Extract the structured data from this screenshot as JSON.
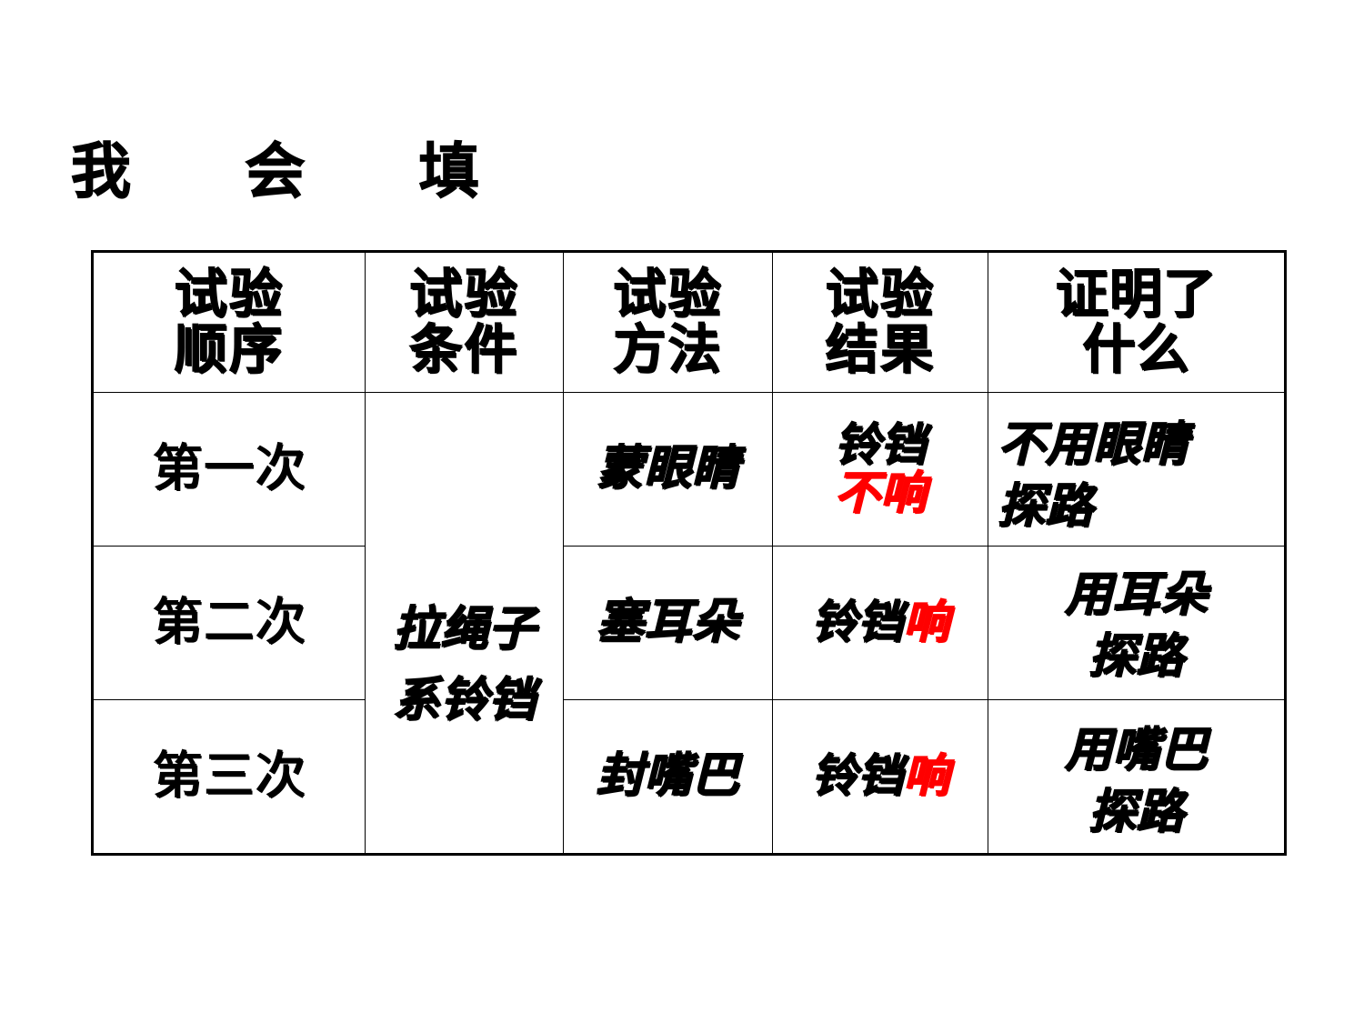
{
  "page": {
    "title": "我　会　填",
    "background_color": "#FFFFFF",
    "accent_color": "#FF0000",
    "text_color": "#000000"
  },
  "table": {
    "headers": [
      "试验\n顺序",
      "试验\n条件",
      "试验\n方法",
      "试验\n结果",
      "证明了\n什么"
    ],
    "merged_condition_cell": "拉绳子\n系铃铛",
    "rows": [
      {
        "order": "第一次",
        "method": "蒙眼睛",
        "result_black": "铃铛",
        "result_red": "不响",
        "result_layout": "stacked",
        "conclusion": "不用眼睛\n探路"
      },
      {
        "order": "第二次",
        "method": "塞耳朵",
        "result_black": "铃铛",
        "result_red": "响",
        "result_layout": "inline",
        "conclusion": "用耳朵\n探路"
      },
      {
        "order": "第三次",
        "method": "封嘴巴",
        "result_black": "铃铛",
        "result_red": "响",
        "result_layout": "inline",
        "conclusion": "用嘴巴\n探路"
      }
    ]
  }
}
